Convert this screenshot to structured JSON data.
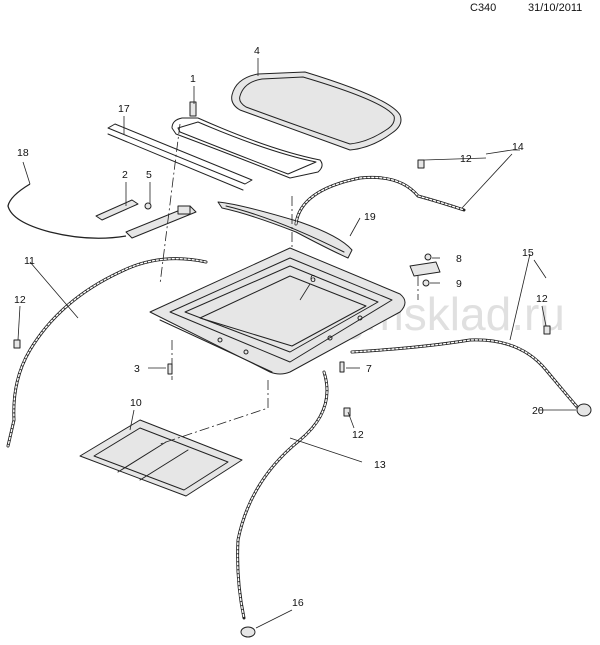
{
  "header": {
    "code": "C340",
    "date": "31/10/2011"
  },
  "watermark": "www.gmsklad.ru",
  "callouts": {
    "c1": "1",
    "c2": "2",
    "c3": "3",
    "c4": "4",
    "c5": "5",
    "c6": "6",
    "c7": "7",
    "c8": "8",
    "c9": "9",
    "c10": "10",
    "c11": "11",
    "c12a": "12",
    "c12b": "12",
    "c12c": "12",
    "c12d": "12",
    "c13": "13",
    "c14": "14",
    "c15": "15",
    "c16": "16",
    "c17": "17",
    "c18": "18",
    "c19": "19",
    "c20": "20"
  },
  "colors": {
    "line": "#222222",
    "fill": "#e6e6e6",
    "watermark": "#c8c8c8"
  }
}
